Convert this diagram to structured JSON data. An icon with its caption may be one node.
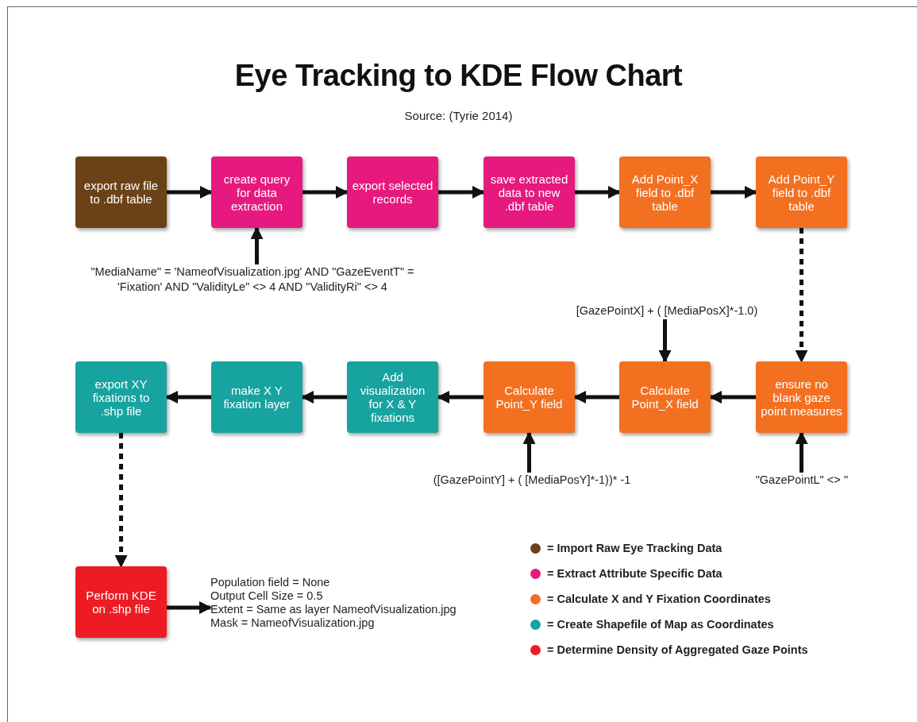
{
  "diagram": {
    "title": "Eye Tracking to KDE Flow Chart",
    "caption": "Source: (Tyrie 2014)",
    "nodes": [
      {
        "text": [
          "export raw file to .dbf table"
        ]
      },
      {
        "text": [
          "create query for data extraction"
        ]
      },
      {
        "text": [
          "export selected records"
        ]
      },
      {
        "text": [
          "save extracted data to new .dbf table"
        ]
      },
      {
        "text": [
          "Add Point_X field to .dbf table"
        ]
      },
      {
        "text": [
          "Add Point_Y field to .dbf table"
        ]
      },
      {
        "text": [
          "\"MediaName\" = 'NameofVisualization.jpg' AND \"GazeEventT\" = 'Fixation' AND \"ValidityLe\" <> 4 AND \"ValidityRi\" <> 4"
        ]
      },
      {
        "text": [
          "ensure no blank gaze point measures"
        ]
      },
      {
        "text": [
          "Calculate Point_X field"
        ]
      },
      {
        "text": [
          "Calculate Point_Y field"
        ]
      },
      {
        "text": [
          "Add visualization for X & Y fixations"
        ]
      },
      {
        "text": [
          "make X Y fixation layer"
        ]
      },
      {
        "text": [
          "export XY fixations to .shp file"
        ]
      },
      {
        "text": [
          "[GazePointX] + ( [MediaPosX]*-1.0)"
        ]
      },
      {
        "text": [
          "([GazePointY] + ( [MediaPosY]*-1))* -1"
        ]
      },
      {
        "text": [
          "\"GazePointL\" <> ''"
        ]
      },
      {
        "text": [
          "Perform KDE on .shp file"
        ]
      },
      {
        "text": [
          "Population field = None",
          "Output Cell Size = 0.5",
          "Extent = Same as layer NameofVisualization.jpg",
          "Mask = NameofVisualization.jpg"
        ]
      }
    ],
    "edges": [
      {
        "from": 0,
        "to": 1,
        "arrow": "to"
      },
      {
        "from": 1,
        "to": 2,
        "arrow": "to"
      },
      {
        "from": 2,
        "to": 3,
        "arrow": "to"
      },
      {
        "from": 3,
        "to": 4,
        "arrow": "to"
      },
      {
        "from": 4,
        "to": 5,
        "arrow": "to"
      },
      {
        "from": 6,
        "to": 1,
        "arrow": "to"
      },
      {
        "from": 5,
        "to": 7,
        "arrow": "to",
        "style": "dashed"
      },
      {
        "from": 13,
        "to": 8,
        "arrow": "to"
      },
      {
        "from": 7,
        "to": 8,
        "arrow": "to"
      },
      {
        "from": 8,
        "to": 9,
        "arrow": "to"
      },
      {
        "from": 9,
        "to": 10,
        "arrow": "to"
      },
      {
        "from": 10,
        "to": 11,
        "arrow": "to"
      },
      {
        "from": 11,
        "to": 12,
        "arrow": "to"
      },
      {
        "from": 14,
        "to": 9,
        "arrow": "to"
      },
      {
        "from": 15,
        "to": 7,
        "arrow": "to"
      },
      {
        "from": 12,
        "to": 16,
        "arrow": "to",
        "style": "dashed"
      },
      {
        "from": 16,
        "to": 17,
        "arrow": "to"
      }
    ],
    "legend": [
      {
        "text": "= Import Raw Eye Tracking Data",
        "color": "#6b4218"
      },
      {
        "text": "= Extract Attribute Specific Data",
        "color": "#e5197e"
      },
      {
        "text": "= Calculate X and Y Fixation Coordinates",
        "color": "#f37021"
      },
      {
        "text": "= Create Shapefile of Map as Coordinates",
        "color": "#17a3a0"
      },
      {
        "text": "= Determine Density of Aggregated Gaze Points",
        "color": "#ed1c24"
      }
    ]
  }
}
